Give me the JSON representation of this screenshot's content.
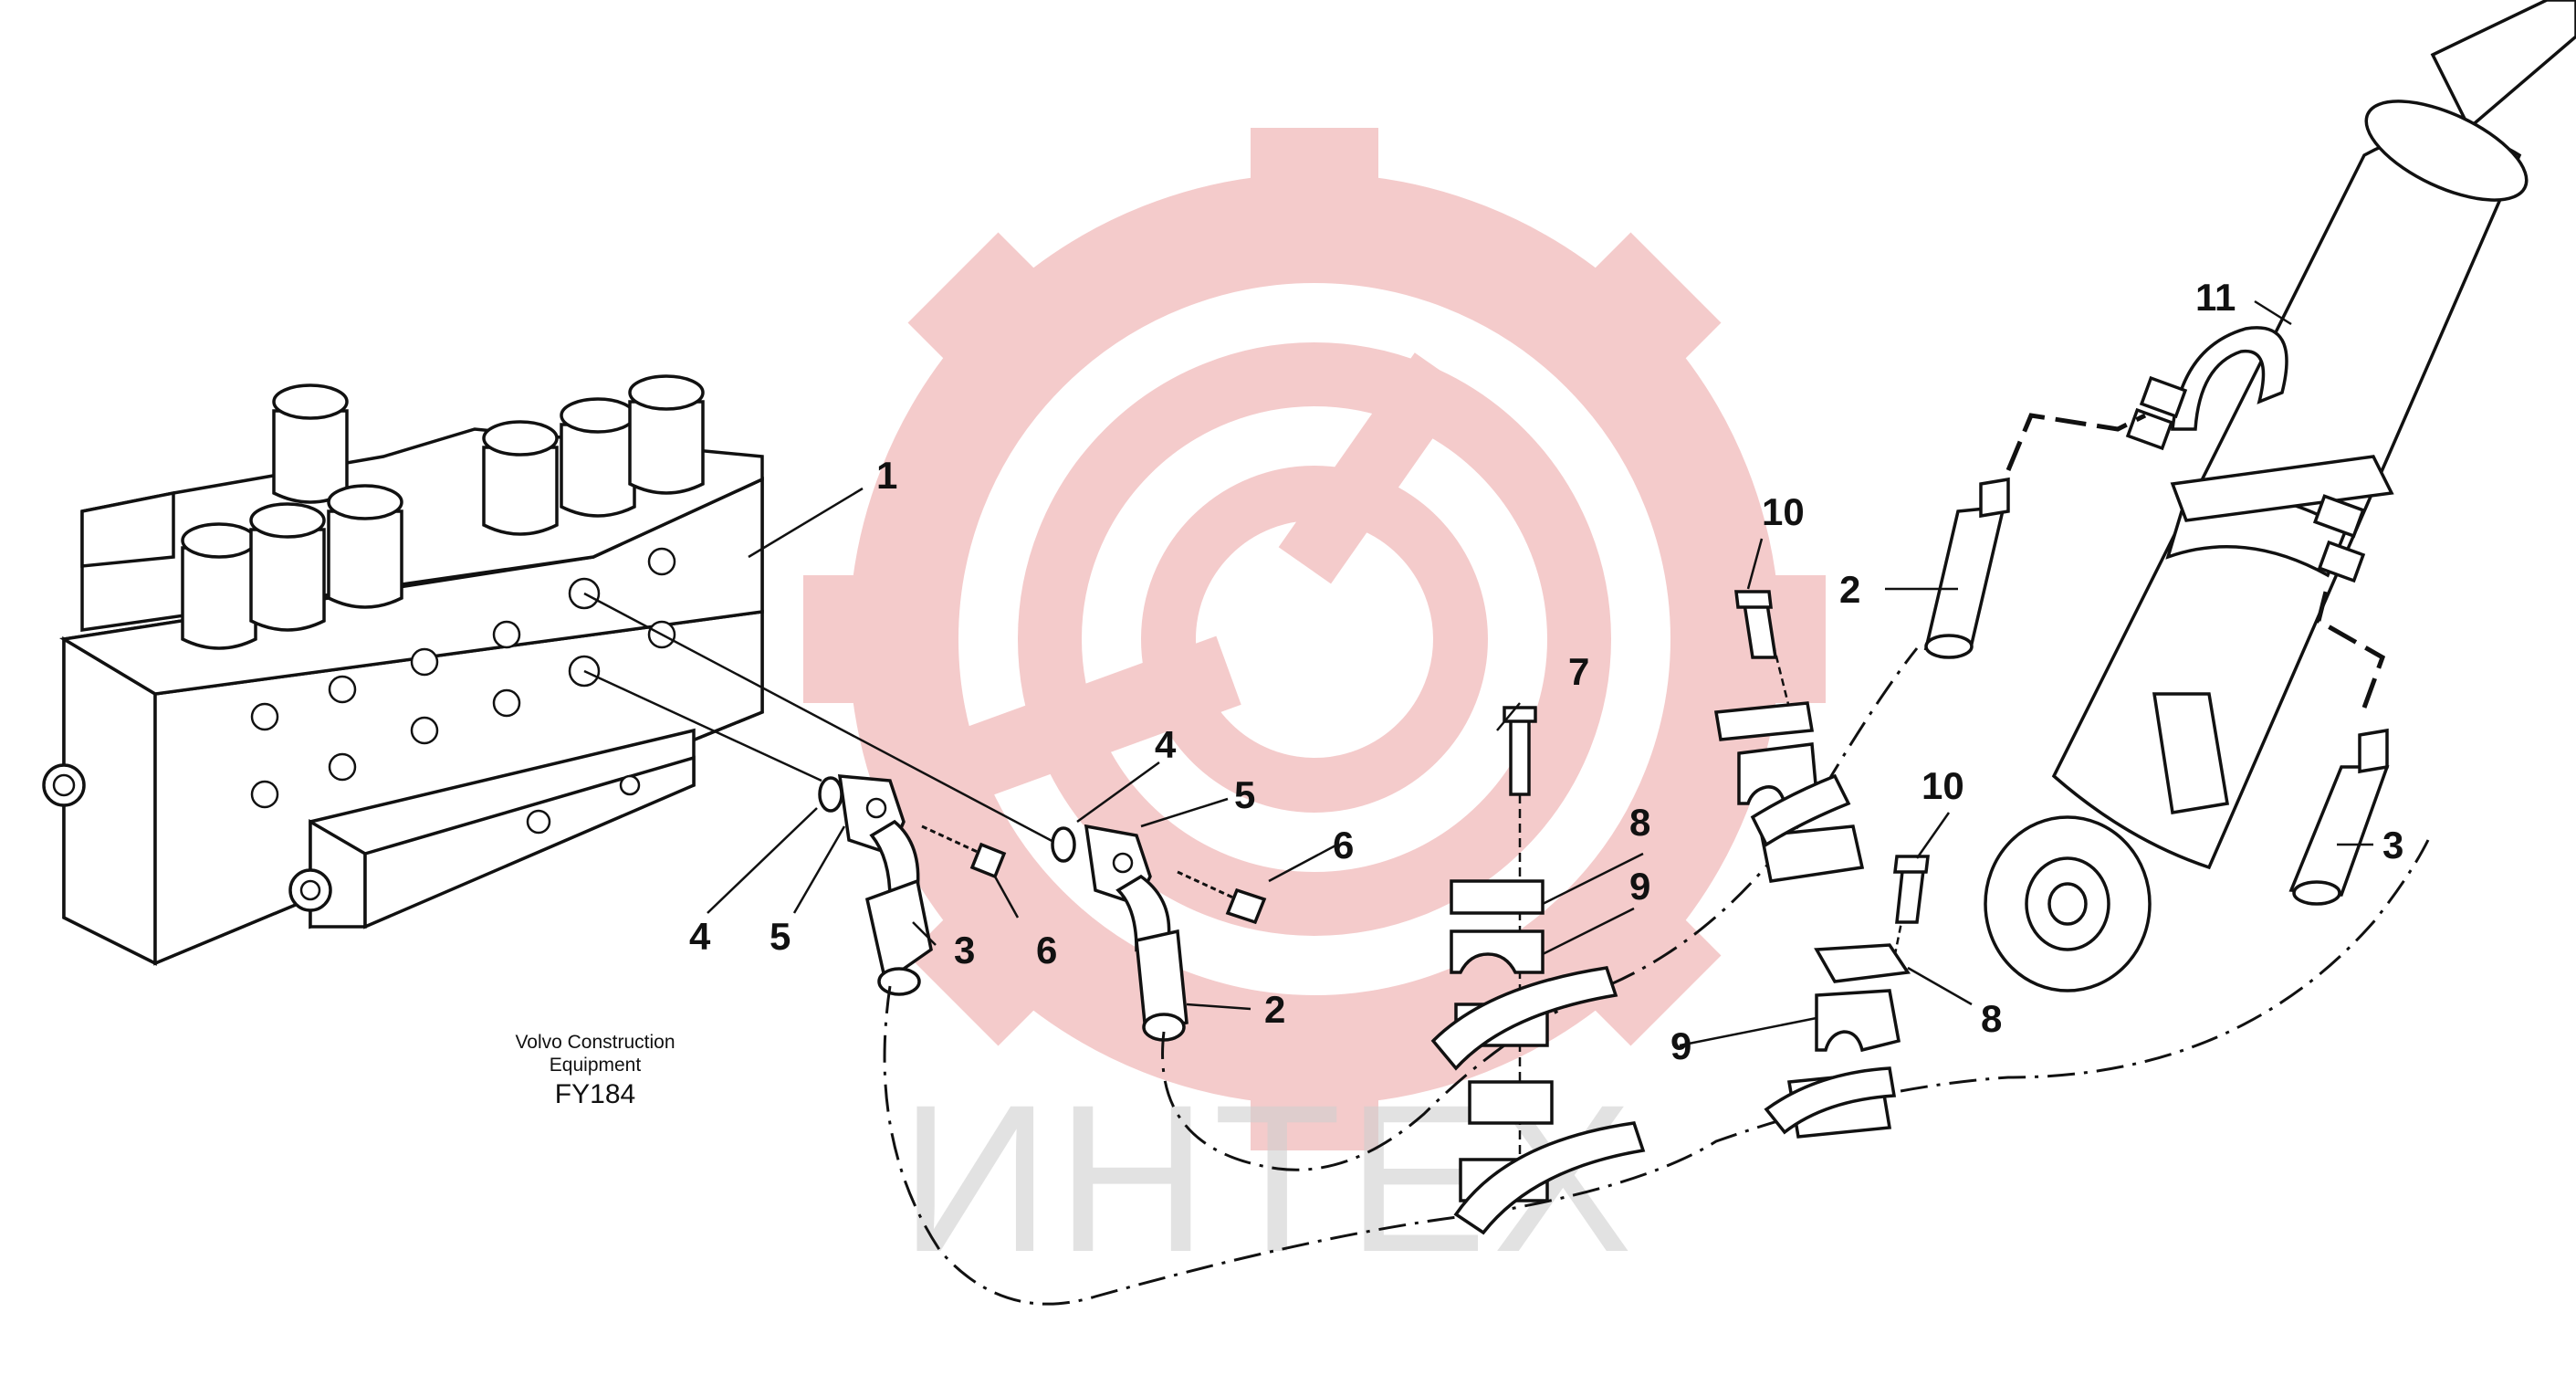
{
  "diagram": {
    "caption_line1": "Volvo Construction",
    "caption_line2": "Equipment",
    "code": "FY184",
    "watermark_text": "ИНТЕХ",
    "watermark_color": "#e9a6a6",
    "callouts": {
      "c1": "1",
      "c2a": "2",
      "c2b": "2",
      "c3a": "3",
      "c3b": "3",
      "c4a": "4",
      "c4b": "4",
      "c5a": "5",
      "c5b": "5",
      "c6a": "6",
      "c6b": "6",
      "c7": "7",
      "c8a": "8",
      "c8b": "8",
      "c9a": "9",
      "c9b": "9",
      "c10a": "10",
      "c10b": "10",
      "c11": "11"
    }
  }
}
